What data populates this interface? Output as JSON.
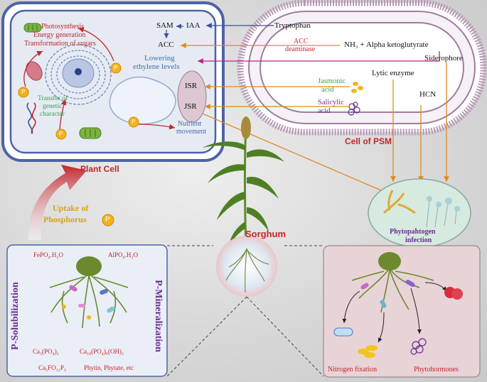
{
  "plant_cell": {
    "label": "Plant Cell",
    "photosynthesis": "Photosynthesis",
    "energy_generation": "Energy generation",
    "transformation_of_sugars": "Transformation of sugars",
    "transfer_of_genetic_character_l1": "Transfer of",
    "transfer_of_genetic_character_l2": "genetic",
    "transfer_of_genetic_character_l3": "character",
    "nutrient_movement_l1": "Nutrient",
    "nutrient_movement_l2": "movement",
    "sam": "SAM",
    "iaa": "IAA",
    "acc": "ACC",
    "lowering_l1": "Lowering",
    "lowering_l2": "ethylene levels",
    "isr": "ISR",
    "jsr": "JSR",
    "p_symbol": "P"
  },
  "psm_cell": {
    "label": "Cell of PSM",
    "tryptophan": "Tryptophan",
    "acc_deaminase_l1": "ACC",
    "acc_deaminase_l2": "deaminase",
    "products": "NH₃ + Alpha ketoglutyrate",
    "siderophore": "Siderophore",
    "lytic_enzyme": "Lytic enzyme",
    "hcn": "HCN",
    "jasmonic_l1": "Jasmonic",
    "jasmonic_l2": "acid",
    "salicylic_l1": "Salicylic",
    "salicylic_l2": "acid"
  },
  "pathogen": {
    "label_l1": "Phytopahtogen",
    "label_l2": "infection"
  },
  "plant": {
    "label": "Sorghum"
  },
  "uptake": {
    "label_l1": "Uptake of",
    "label_l2": "Phosphorus"
  },
  "left_panel": {
    "side_left": "P-Solubilization",
    "side_right": "P-Mineralization",
    "fepo4": "FePO₄.H₂O",
    "alpo4": "AlPO₄.H₂O",
    "ca3po4": "Ca₃(PO₄)₂",
    "ca10": "Ca₁₀(PO₄)₆(OH)₂",
    "ca5fo12p3": "Ca₅FO₁₂P₃",
    "phytin": "Phytin,  Phytate,  etc"
  },
  "right_panel": {
    "nitrogen_fixation": "Nitrogen fixation",
    "phytohormones": "Phytohormones"
  },
  "colors": {
    "cell_border": "#4d63a6",
    "psm_border": "#a07ca0",
    "red_text": "#c0272d",
    "orange_arrow": "#e08a1e",
    "magenta_arrow": "#c0208a",
    "blue_arrow": "#3b4ea0",
    "green_text": "#3aa14a",
    "purple_text": "#6b2c91",
    "gold_text": "#d6a21c"
  }
}
